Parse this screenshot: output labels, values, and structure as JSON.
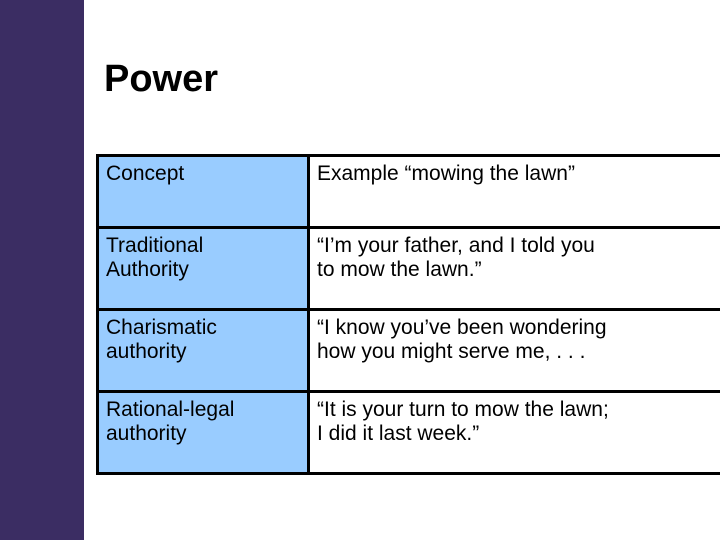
{
  "slide": {
    "title": "Power",
    "accent_color": "#3B2D63",
    "cell_highlight_color": "#99CCFF",
    "background_color": "#FFFFFF"
  },
  "table": {
    "headers": {
      "concept": "Concept",
      "example": "Example “mowing the lawn”"
    },
    "rows": [
      {
        "concept_line1": "Traditional",
        "concept_line2": "Authority",
        "example_line1": "“I’m your father, and I told you",
        "example_line2": "to mow the lawn.”"
      },
      {
        "concept_line1": "Charismatic",
        "concept_line2": "authority",
        "example_line1": "“I know you’ve been wondering",
        "example_line2": "how you might serve me, . . ."
      },
      {
        "concept_line1": "Rational-legal",
        "concept_line2": "authority",
        "example_line1": "“It is your turn to mow the lawn;",
        "example_line2": "I did it last week.”"
      }
    ]
  }
}
